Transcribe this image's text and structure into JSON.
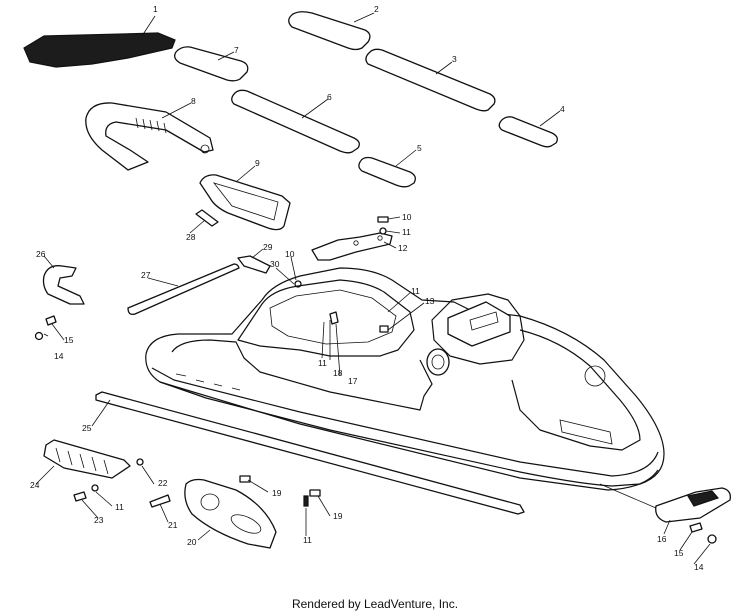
{
  "footer": {
    "credit": "Rendered by LeadVenture, Inc."
  },
  "callouts": [
    "1",
    "2",
    "3",
    "4",
    "5",
    "6",
    "7",
    "8",
    "9",
    "10",
    "11",
    "12",
    "13",
    "14",
    "15",
    "16",
    "17",
    "18",
    "19",
    "20",
    "21",
    "22",
    "23",
    "24",
    "25",
    "26",
    "27",
    "28",
    "29",
    "30"
  ]
}
